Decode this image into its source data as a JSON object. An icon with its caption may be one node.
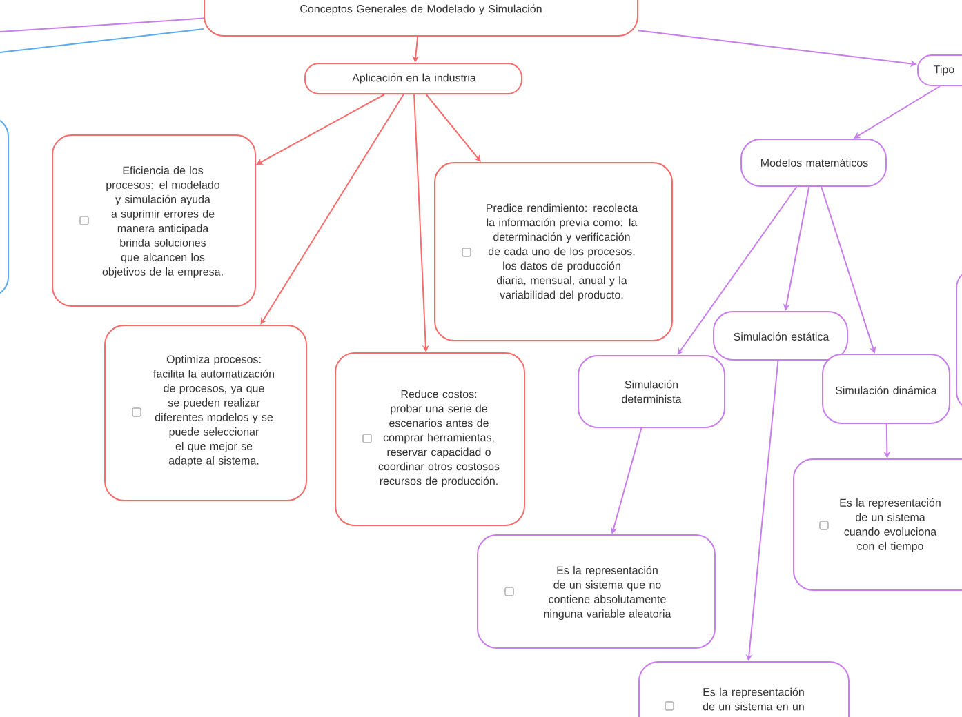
{
  "diagram": {
    "nodes": [
      {
        "text": [
          "Conceptos Generales de Modelado y Simulación"
        ]
      },
      {
        "text": [
          "Aplicación en la industria"
        ]
      },
      {
        "text": [
          "Eficiencia de los procesos: el modelado y simulación ayuda a suprimir errores de manera anticipada brinda soluciones que alcancen los objetivos de la empresa."
        ]
      },
      {
        "text": [
          "Optimiza procesos: facilita la automatización de procesos, ya que se pueden realizar diferentes modelos y se puede seleccionar el que mejor se adapte al sistema."
        ]
      },
      {
        "text": [
          "Reduce costos: probar una serie de escenarios antes de comprar herramientas, reservar capacidad o coordinar otros costosos recursos de producción."
        ]
      },
      {
        "text": [
          "Predice rendimiento: recolecta la información previa como: la determinación y verificación de cada uno de los procesos, los datos de producción diaria, mensual, anual y la variabilidad del producto."
        ]
      },
      {
        "text": [
          "Tipo"
        ]
      },
      {
        "text": [
          "Modelos matemáticos"
        ]
      },
      {
        "text": [
          "Simulación estática"
        ]
      },
      {
        "text": [
          "Simulación determinista"
        ]
      },
      {
        "text": [
          "Simulación dinámica"
        ]
      },
      {
        "text": [
          "Es la representación de un sistema cuando evoluciona con el tiempo"
        ]
      },
      {
        "text": [
          "Es la representación de un sistema que no contiene absolutamente ninguna variable aleatoria"
        ]
      },
      {
        "text": [
          "Es la representación de un sistema en un"
        ]
      },
      {
        "text": [],
        "shape": "box"
      },
      {
        "text": [],
        "shape": "box"
      }
    ],
    "edges": [
      {
        "from": 0,
        "to": 1,
        "arrow": "to",
        "color": "#f76b6b"
      },
      {
        "from": 1,
        "to": 2,
        "arrow": "to",
        "color": "#f76b6b"
      },
      {
        "from": 1,
        "to": 3,
        "arrow": "to",
        "color": "#f76b6b"
      },
      {
        "from": 1,
        "to": 4,
        "arrow": "to",
        "color": "#f76b6b"
      },
      {
        "from": 1,
        "to": 5,
        "arrow": "to",
        "color": "#f76b6b"
      },
      {
        "from": 0,
        "to": 6,
        "arrow": "to"
      },
      {
        "from": 6,
        "to": 7,
        "arrow": "to"
      },
      {
        "from": 7,
        "to": 9,
        "arrow": "to"
      },
      {
        "from": 7,
        "to": 8,
        "arrow": "to"
      },
      {
        "from": 7,
        "to": 10,
        "arrow": "to"
      },
      {
        "from": 9,
        "to": 12,
        "arrow": "to"
      },
      {
        "from": 8,
        "to": 13,
        "arrow": "to"
      },
      {
        "from": 10,
        "to": 11,
        "arrow": "to"
      },
      {
        "from": 0,
        "to": null,
        "arrow": "none"
      },
      {
        "from": 0,
        "to": null,
        "arrow": "none",
        "color": "#5aaaf0"
      }
    ]
  }
}
